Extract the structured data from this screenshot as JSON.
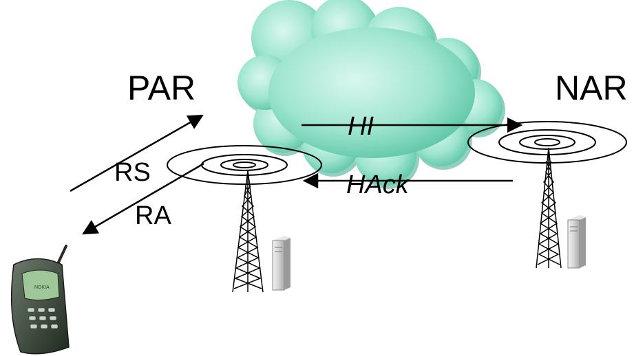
{
  "labels": {
    "par": "PAR",
    "nar": "NAR",
    "rs": "RS",
    "ra": "RA",
    "hi": "HI",
    "hack": "HAck"
  },
  "colors": {
    "cloud_light": "#c9f2e4",
    "cloud_mid": "#8fe0c6",
    "cloud_dark": "#3aa98a",
    "arrow": "#000000",
    "server": "#cfcfcf",
    "phone_body": "#3c4a3c"
  },
  "icons": {
    "mobile": "mobile-phone-icon",
    "tower_par": "antenna-tower-icon",
    "tower_nar": "antenna-tower-icon",
    "server_par": "server-icon",
    "server_nar": "server-icon",
    "cloud": "network-cloud-icon"
  }
}
